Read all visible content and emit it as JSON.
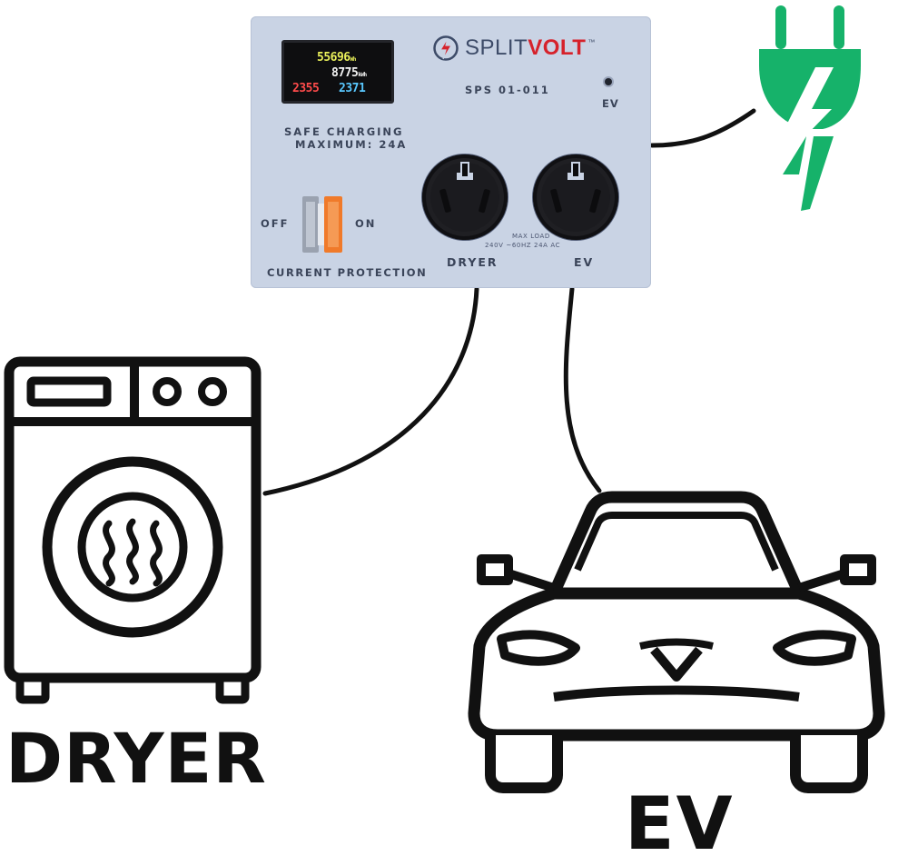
{
  "device": {
    "brand_split": "SPLIT",
    "brand_volt": "VOLT",
    "trademark": "™",
    "model": "SPS 01-011",
    "safe_charging": "SAFE CHARGING",
    "maximum": "MAXIMUM: 24A",
    "off_label": "OFF",
    "on_label": "ON",
    "current_protection": "CURRENT PROTECTION",
    "dryer_label": "DRYER",
    "ev_label": "EV",
    "ev_indicator_label": "EV",
    "max_load": "MAX LOAD",
    "rating": "240V ~60HZ 24A AC"
  },
  "meter": {
    "energy": "55696",
    "energy_unit": "Wh",
    "power": "8775",
    "power_unit": "kWh",
    "voltage": "2355",
    "current": "2371"
  },
  "labels": {
    "dryer": "DRYER",
    "ev": "EV"
  },
  "colors": {
    "panel": "#c9d3e4",
    "plug_green": "#16b26a",
    "brand_red": "#d6222b",
    "brand_navy": "#3d4b68",
    "breaker_orange": "#f07a2a"
  },
  "icons": [
    "power-plug-icon",
    "splitvolt-logo-icon",
    "dryer-icon",
    "ev-car-icon"
  ]
}
